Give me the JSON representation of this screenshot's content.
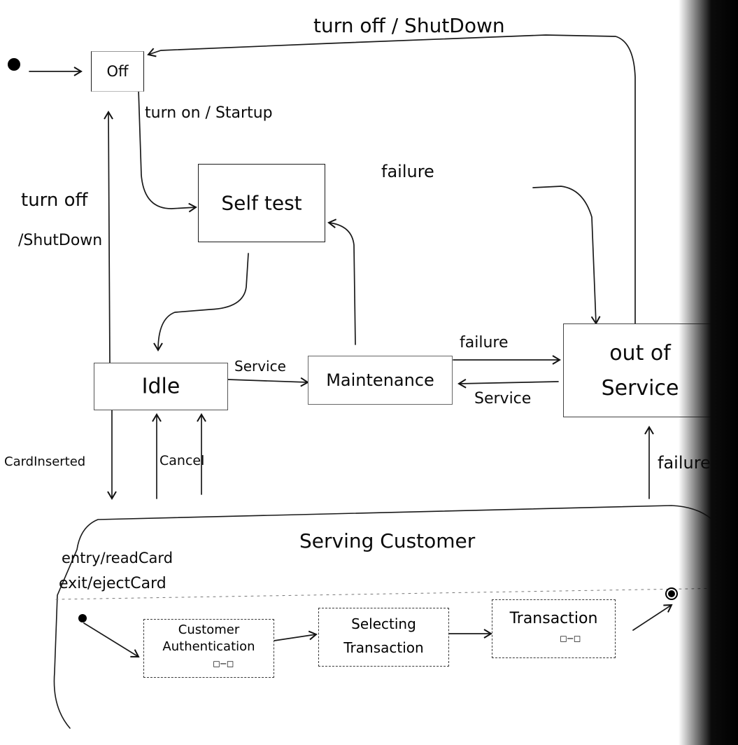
{
  "diagram": {
    "states": {
      "off": "Off",
      "self_test": "Self test",
      "idle": "Idle",
      "maintenance": "Maintenance",
      "out_of_service_line1": "out of",
      "out_of_service_line2": "Service",
      "serving_customer": "Serving Customer",
      "customer_authentication_line1": "Customer",
      "customer_authentication_line2": "Authentication",
      "selecting_transaction_line1": "Selecting",
      "selecting_transaction_line2": "Transaction",
      "transaction": "Transaction"
    },
    "actions": {
      "entry": "entry/readCard",
      "exit": "exit/ejectCard"
    },
    "transitions": {
      "turn_off_top": "turn off / ShutDown",
      "turn_on": "turn on / Startup",
      "turn_off_left_line1": "turn off",
      "turn_off_left_line2": "/ShutDown",
      "failure_selftest": "failure",
      "service_idle": "Service",
      "failure_maint": "failure",
      "service_back": "Service",
      "card_inserted": "CardInserted",
      "cancel": "Cancel",
      "failure_serving": "failure"
    },
    "icons": {
      "initial": "initial-state-dot",
      "final": "final-state-dot",
      "submachine": "submachine-icon"
    }
  }
}
